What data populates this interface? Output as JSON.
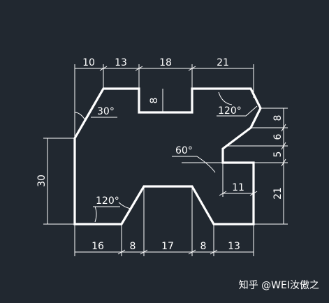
{
  "colors": {
    "background": "#212830",
    "line": "#ffffff"
  },
  "dimensions": {
    "top": [
      "10",
      "13",
      "18",
      "21"
    ],
    "bottom": [
      "16",
      "8",
      "17",
      "8",
      "13"
    ],
    "right": [
      "8",
      "6",
      "5",
      "21"
    ],
    "left_height": "30",
    "slot_depth": "8",
    "notch_depth": "11"
  },
  "angles": {
    "left_chamfer": "30°",
    "top_right": "120°",
    "notch": "60°",
    "bottom_left": "120°"
  },
  "watermark": "知乎 @WEI汝傲之"
}
